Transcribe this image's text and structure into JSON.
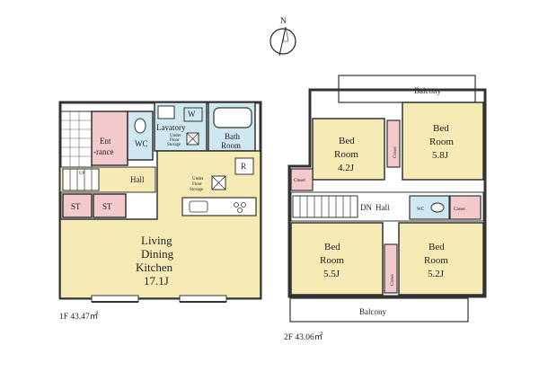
{
  "compass": {
    "label": "N",
    "icon": "north-arrow-icon"
  },
  "floor1": {
    "caption": "1F 43.47㎡",
    "rooms": {
      "entrance_line1": "Ent",
      "entrance_line2": "-rance",
      "wc": "WC",
      "lavatory": "Lavatory",
      "w": "W",
      "under_floor_1": "Under",
      "under_floor_2": "Floor",
      "under_floor_3": "Storage",
      "bath_line1": "Bath",
      "bath_line2": "Room",
      "up": "UP",
      "hall": "Hall",
      "st1": "ST",
      "st2": "ST",
      "r": "R",
      "under_floor_b1": "Under",
      "under_floor_b2": "Floor",
      "under_floor_b3": "Storage",
      "ldk_line1": "Living",
      "ldk_line2": "Dining",
      "ldk_line3": "Kitchen",
      "ldk_size": "17.1J"
    }
  },
  "floor2": {
    "caption": "2F 43.06㎡",
    "rooms": {
      "balcony_top": "Balcony",
      "balcony_bottom": "Balcony",
      "bed1_line1": "Bed",
      "bed1_line2": "Room",
      "bed1_size": "4.2J",
      "bed2_line1": "Bed",
      "bed2_line2": "Room",
      "bed2_size": "5.8J",
      "bed3_line1": "Bed",
      "bed3_line2": "Room",
      "bed3_size": "5.5J",
      "bed4_line1": "Bed",
      "bed4_line2": "Room",
      "bed4_size": "5.2J",
      "closet_a": "Closet",
      "closet_b": "Closet",
      "closet_c": "Closet",
      "closet_d": "Closet",
      "dn": "DN",
      "hall": "Hall",
      "wc": "WC"
    }
  },
  "colors": {
    "room": "#f6eab4",
    "wet": "#cfe7f0",
    "storage": "#f3c9cc",
    "wall": "#333333",
    "floor_tile": "#ffffff"
  }
}
